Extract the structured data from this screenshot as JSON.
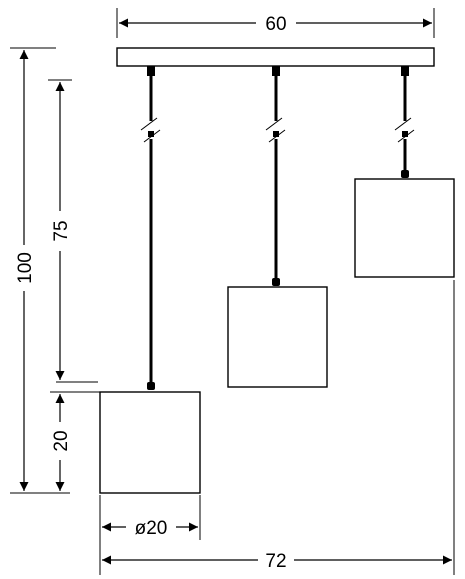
{
  "dimensions": {
    "canopy_width": "60",
    "total_width": "72",
    "total_height": "100",
    "cable_length": "75",
    "shade_height": "20",
    "shade_diameter": "ø20"
  },
  "colors": {
    "line": "#000000",
    "background": "#ffffff"
  }
}
